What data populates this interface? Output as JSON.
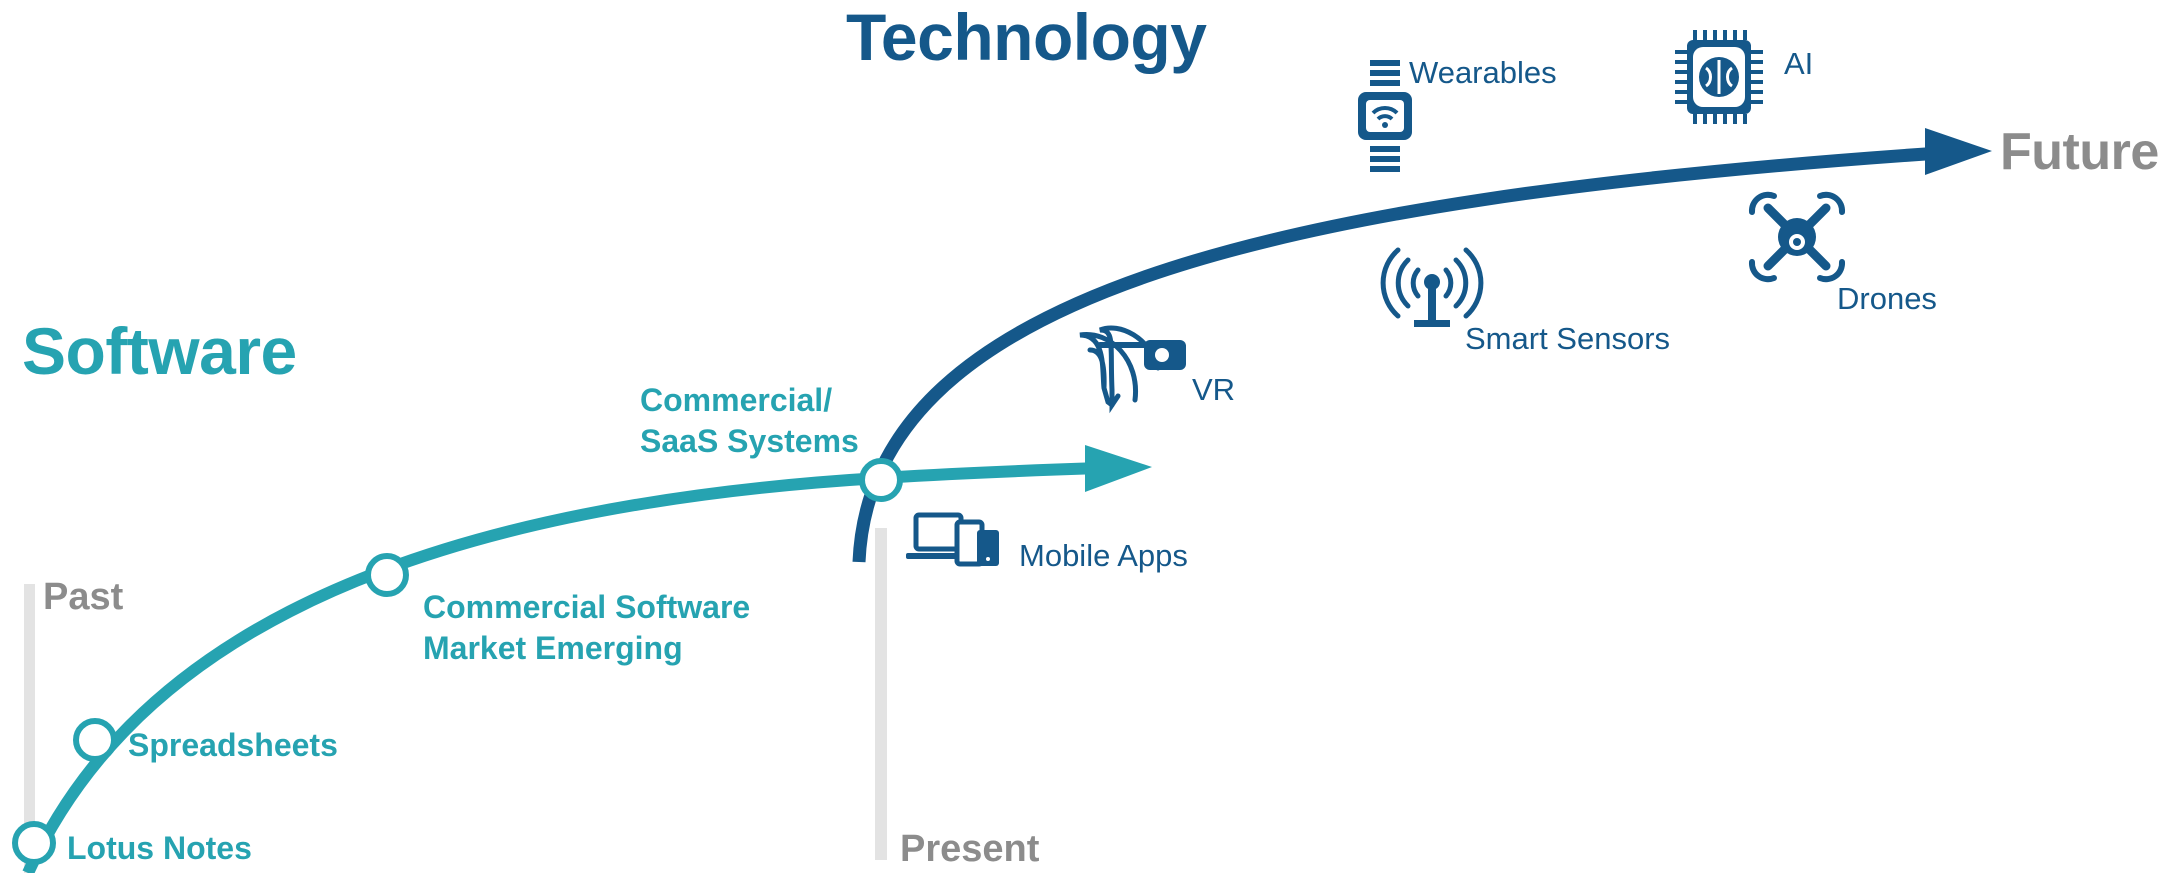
{
  "headings": {
    "technology": "Technology",
    "software": "Software"
  },
  "timeline": {
    "past": "Past",
    "present": "Present",
    "future": "Future"
  },
  "software_milestones": [
    "Lotus Notes",
    "Spreadsheets",
    "Commercial Software\nMarket Emerging",
    "Commercial/\nSaaS Systems"
  ],
  "technology_items": {
    "mobile_apps": "Mobile Apps",
    "vr": "VR",
    "smart_sensors": "Smart Sensors",
    "wearables": "Wearables",
    "ai": "AI",
    "drones": "Drones"
  },
  "colors": {
    "software": "#26a3b1",
    "technology": "#15588a",
    "timeline": "#8c8c8c",
    "marker_bar": "#e3e3e3"
  },
  "icons": [
    "devices-icon",
    "vr-headset-icon",
    "antenna-icon",
    "smartwatch-icon",
    "ai-chip-icon",
    "drone-icon"
  ]
}
